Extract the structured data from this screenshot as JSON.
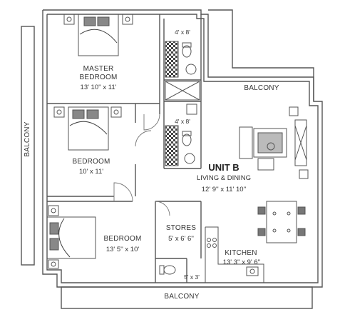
{
  "rooms": {
    "master_bedroom": {
      "name_line1": "MASTER",
      "name_line2": "BEDROOM",
      "dims": "13' 10'' x 11'"
    },
    "bedroom2": {
      "name": "BEDROOM",
      "dims": "10' x 11'"
    },
    "bedroom3": {
      "name": "BEDROOM",
      "dims": "13' 5'' x 10'"
    },
    "bath1": {
      "dims": "4' x 8'"
    },
    "bath2": {
      "dims": "4' x 8'"
    },
    "unit": {
      "title": "UNIT B",
      "name": "LIVING & DINING",
      "dims": "12' 9'' x 11' 10''"
    },
    "stores": {
      "name": "STORES",
      "dims": "5' x 6' 6''"
    },
    "kitchen": {
      "name": "KITCHEN",
      "dims": "13' 3'' x 9' 6''"
    },
    "wc": {
      "dims": "5' x 3'"
    }
  },
  "balconies": {
    "left": "BALCONY",
    "top_right": "BALCONY",
    "bottom": "BALCONY"
  },
  "colors": {
    "wall": "#555555",
    "line": "#777777",
    "hatch": "#444444"
  }
}
